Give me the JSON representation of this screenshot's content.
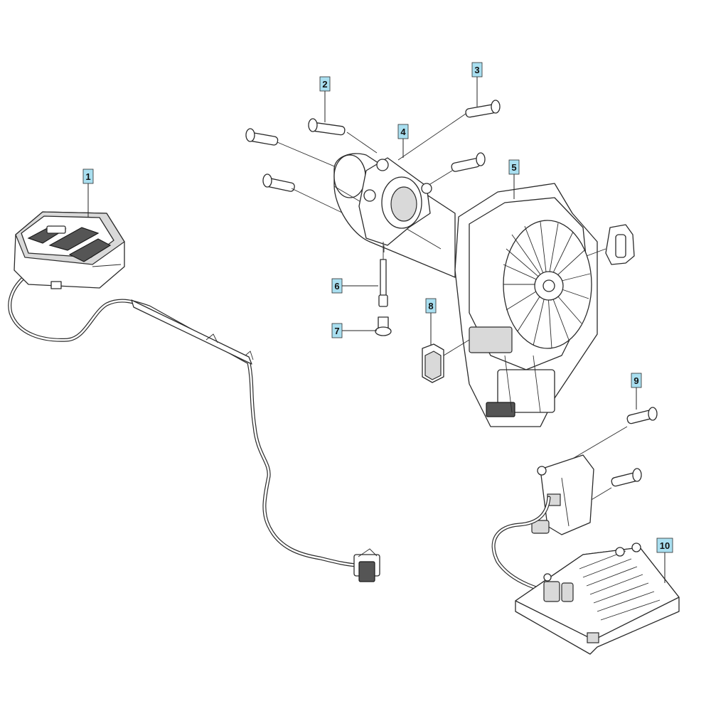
{
  "callouts": [
    {
      "id": "1",
      "label": "1"
    },
    {
      "id": "2",
      "label": "2"
    },
    {
      "id": "3",
      "label": "3"
    },
    {
      "id": "4",
      "label": "4"
    },
    {
      "id": "5",
      "label": "5"
    },
    {
      "id": "6",
      "label": "6"
    },
    {
      "id": "7",
      "label": "7"
    },
    {
      "id": "8",
      "label": "8"
    },
    {
      "id": "9",
      "label": "9"
    },
    {
      "id": "10",
      "label": "10"
    }
  ],
  "colors": {
    "callout_fill": "#a9dff0",
    "line": "#2a2a2a",
    "background": "#ffffff"
  }
}
